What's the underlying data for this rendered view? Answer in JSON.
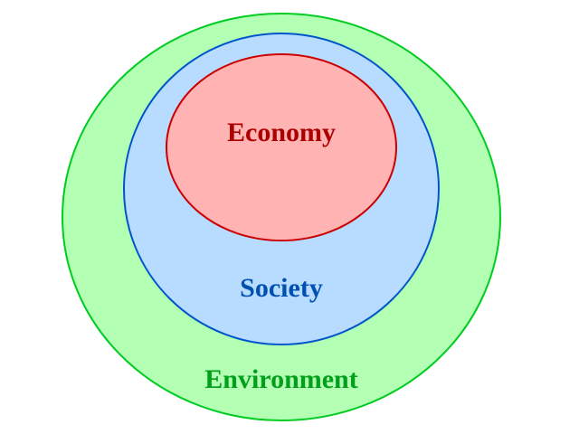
{
  "diagram": {
    "environment": {
      "label": "Environment",
      "fill": "#b3ffb3",
      "stroke": "#00cc22",
      "text_color": "#00a01a"
    },
    "society": {
      "label": "Society",
      "fill": "#b8dcff",
      "stroke": "#0055cc",
      "text_color": "#0050b0"
    },
    "economy": {
      "label": "Economy",
      "fill": "#ffb3b3",
      "stroke": "#cc0000",
      "text_color": "#aa0000"
    }
  }
}
